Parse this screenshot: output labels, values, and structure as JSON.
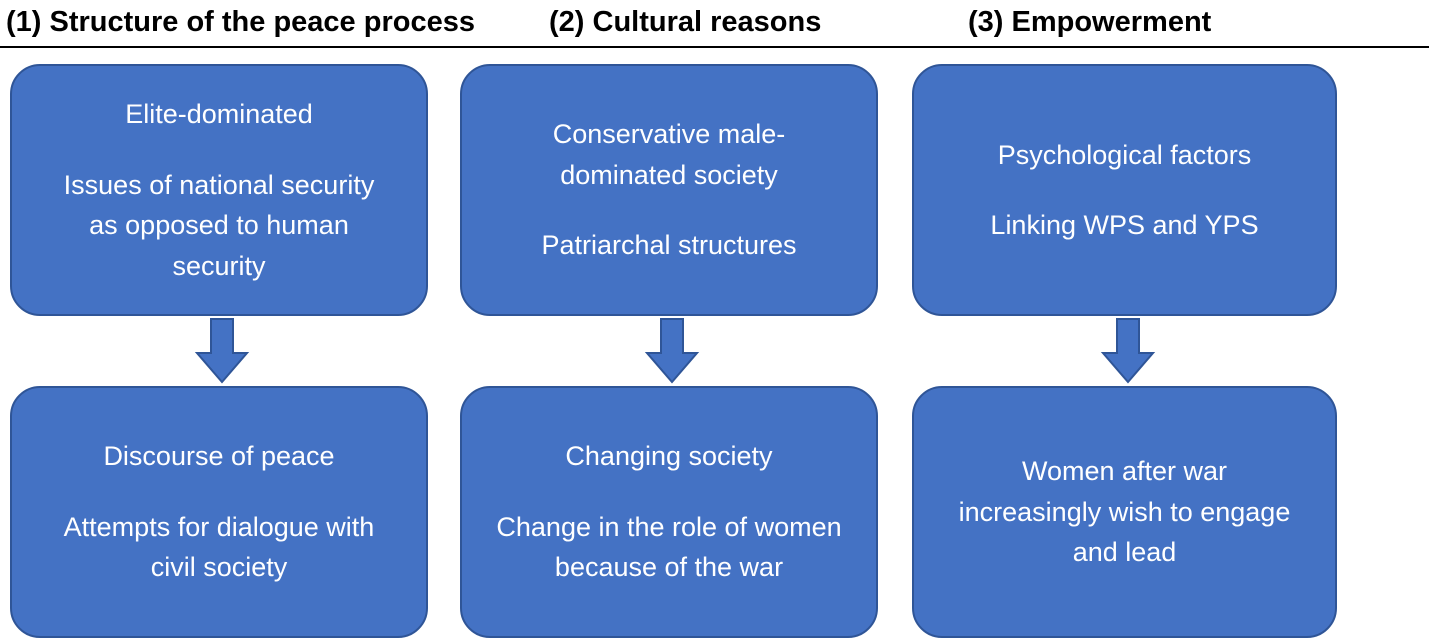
{
  "diagram": {
    "colors": {
      "box_fill": "#4472C4",
      "box_border": "#2F5597",
      "box_text": "#FFFFFF",
      "header_text": "#000000"
    },
    "columns": [
      {
        "header": "(1) Structure of the peace process",
        "top_box": {
          "lines": [
            "Elite-dominated",
            "Issues of national security as opposed to human security"
          ]
        },
        "bottom_box": {
          "lines": [
            "Discourse of peace",
            "Attempts for dialogue with civil society"
          ]
        }
      },
      {
        "header": "(2) Cultural reasons",
        "top_box": {
          "lines": [
            "Conservative male-dominated society",
            "Patriarchal structures"
          ]
        },
        "bottom_box": {
          "lines": [
            "Changing society",
            "Change in the role of women because of the war"
          ]
        }
      },
      {
        "header": "(3) Empowerment",
        "top_box": {
          "lines": [
            "Psychological factors",
            "Linking WPS and YPS"
          ]
        },
        "bottom_box": {
          "lines": [
            "Women after war increasingly wish to engage and lead"
          ]
        }
      }
    ]
  }
}
